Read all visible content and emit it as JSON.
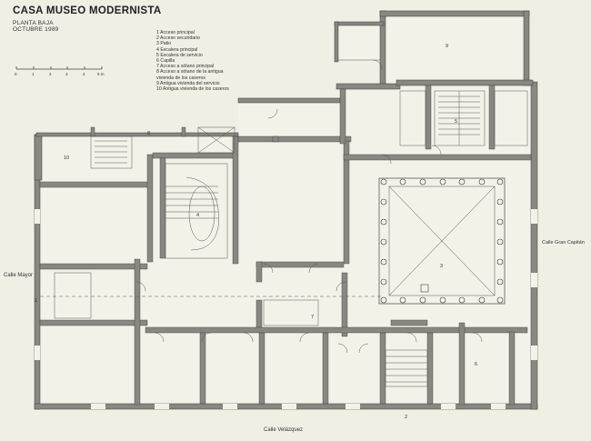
{
  "header": {
    "title": "CASA MUSEO MODERNISTA",
    "floor": "PLANTA BAJA",
    "date": "OCTUBRE 1989"
  },
  "legend": [
    "1  Acceso principal",
    "2  Acceso secundario",
    "3  Patio",
    "4  Escalera principal",
    "5  Escalera de servicio",
    "6  Capilla",
    "7  Acceso a sótano principal",
    "8  Acceso a sótano de la antigua",
    "    vivienda de los caseros",
    "9  Antigua vivienda del servicio",
    "10  Antigua vivienda de los caseros"
  ],
  "scale": {
    "ticks": [
      "0",
      "1",
      "2",
      "3",
      "4",
      "5 m"
    ]
  },
  "streets": {
    "left": "Calle Mayor",
    "right": "Calle Gran Capitán",
    "bottom": "Calle Velázquez"
  },
  "room_numbers": {
    "acceso_principal": "1",
    "acceso_secundario": "2",
    "patio": "3",
    "escalera_principal": "4",
    "escalera_servicio": "5",
    "capilla": "6",
    "sotano_principal": "7",
    "sotano_caseros": "8",
    "vivienda_servicio": "9",
    "vivienda_caseros": "10"
  },
  "colors": {
    "wall": "#8a8780",
    "paper": "#f1eee4",
    "line": "#555"
  }
}
